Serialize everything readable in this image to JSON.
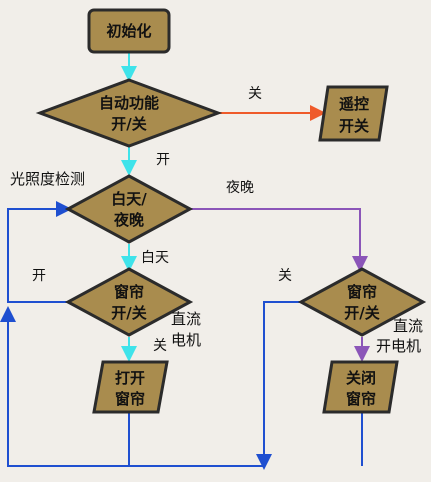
{
  "colors": {
    "shape_fill": "#a98c4e",
    "shape_stroke": "#2b2b2b",
    "cyan": "#3fe3ea",
    "blue": "#1f4fd0",
    "purple": "#8b55b8",
    "red": "#ef5a2a"
  },
  "nodes": {
    "init": "初始化",
    "auto": [
      "自动功能",
      "开/关"
    ],
    "remote": [
      "遥控",
      "开关"
    ],
    "daynight": [
      "白天/",
      "夜晚"
    ],
    "curtain_left": [
      "窗帘",
      "开/关"
    ],
    "curtain_right": [
      "窗帘",
      "开/关"
    ],
    "open_curtain": [
      "打开",
      "窗帘"
    ],
    "close_curtain": [
      "关闭",
      "窗帘"
    ]
  },
  "labels": {
    "off_auto": "关",
    "on_auto": "开",
    "light_detect": "光照度检测",
    "night": "夜晚",
    "day": "白天",
    "open_left": "开",
    "close_left": "关",
    "close_right": "关",
    "dc_motor_left": [
      "直流",
      "电机"
    ],
    "dc_motor_right": [
      "直流",
      "开电机"
    ]
  }
}
